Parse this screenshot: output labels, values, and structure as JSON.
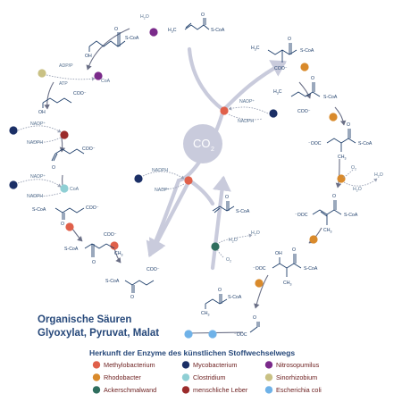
{
  "colors": {
    "methylobacterium": "#e0604a",
    "rhodobacter": "#d98a2b",
    "ackerschmalwand": "#2f6e5e",
    "mycobacterium": "#1b2f66",
    "clostridium": "#8fcfd4",
    "menschliche_leber": "#9b2b2b",
    "nitrosopumilus": "#7a2a8a",
    "sinorhizobium": "#c9c184",
    "escherichia_coli": "#6fb2e8",
    "arrow": "#c9cbdc",
    "co2_circle": "#c9cbdc",
    "text_navy": "#1f3f6b"
  },
  "center": {
    "label": "CO",
    "sub": "2"
  },
  "cofactors": {
    "nadph": "NADPH",
    "nadp": "NADP⁺",
    "o2": "O",
    "o2_sub": "2",
    "h2o": "H",
    "h2o_sub": "2",
    "h2o_tail": "O",
    "adp": "ADP/P",
    "atp": "ATP",
    "coa": "CoA"
  },
  "molecules": {
    "scoa": "S-CoA",
    "coo": "COO⁻",
    "ooc": "⁻OOC",
    "oh": "OH",
    "ch3": "CH",
    "ch3_sub": "3",
    "h3c": "H",
    "h3c_sub": "3",
    "h3c_tail": "C"
  },
  "bottom_left": {
    "line1": "Organische Säuren",
    "line2": "Glyoxylat, Pyruvat, Malat"
  },
  "legend": {
    "title": "Herkunft der Enzyme des künstlichen Stoffwechselwegs",
    "items": [
      {
        "label": "Methylobacterium",
        "color_key": "methylobacterium"
      },
      {
        "label": "Mycobacterium",
        "color_key": "mycobacterium"
      },
      {
        "label": "Nitrosopumilus",
        "color_key": "nitrosopumilus"
      },
      {
        "label": "Rhodobacter",
        "color_key": "rhodobacter"
      },
      {
        "label": "Clostridium",
        "color_key": "clostridium"
      },
      {
        "label": "Sinorhizobium",
        "color_key": "sinorhizobium"
      },
      {
        "label": "Ackerschmalwand",
        "color_key": "ackerschmalwand"
      },
      {
        "label": "menschliche Leber",
        "color_key": "menschliche_leber"
      },
      {
        "label": "Escherichia coli",
        "color_key": "escherichia_coli"
      }
    ]
  }
}
